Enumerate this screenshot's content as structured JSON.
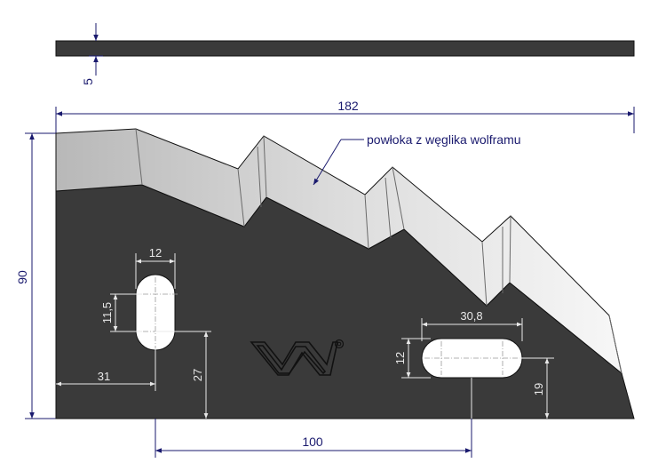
{
  "drawing": {
    "callout_text": "powłoka z węglika wolframu",
    "dimensions": {
      "thickness": "5",
      "total_length": "182",
      "total_height": "90",
      "left_slot_width": "12",
      "left_slot_length": "11,5",
      "left_slot_x_from_edge": "31",
      "left_slot_y_from_bottom": "27",
      "right_slot_length": "30,8",
      "right_slot_width": "12",
      "right_slot_y_from_bottom": "19",
      "slot_center_distance": "100"
    },
    "colors": {
      "blade_body": "#3a3a3a",
      "coating_light": "#f4f4f4",
      "coating_dark": "#bdbdbd",
      "dimension_lines": "#1a1a6e",
      "inner_dimension": "#e8e8e8",
      "logo_stroke": "#111111"
    },
    "logo": {
      "name": "w-logo-icon"
    }
  }
}
